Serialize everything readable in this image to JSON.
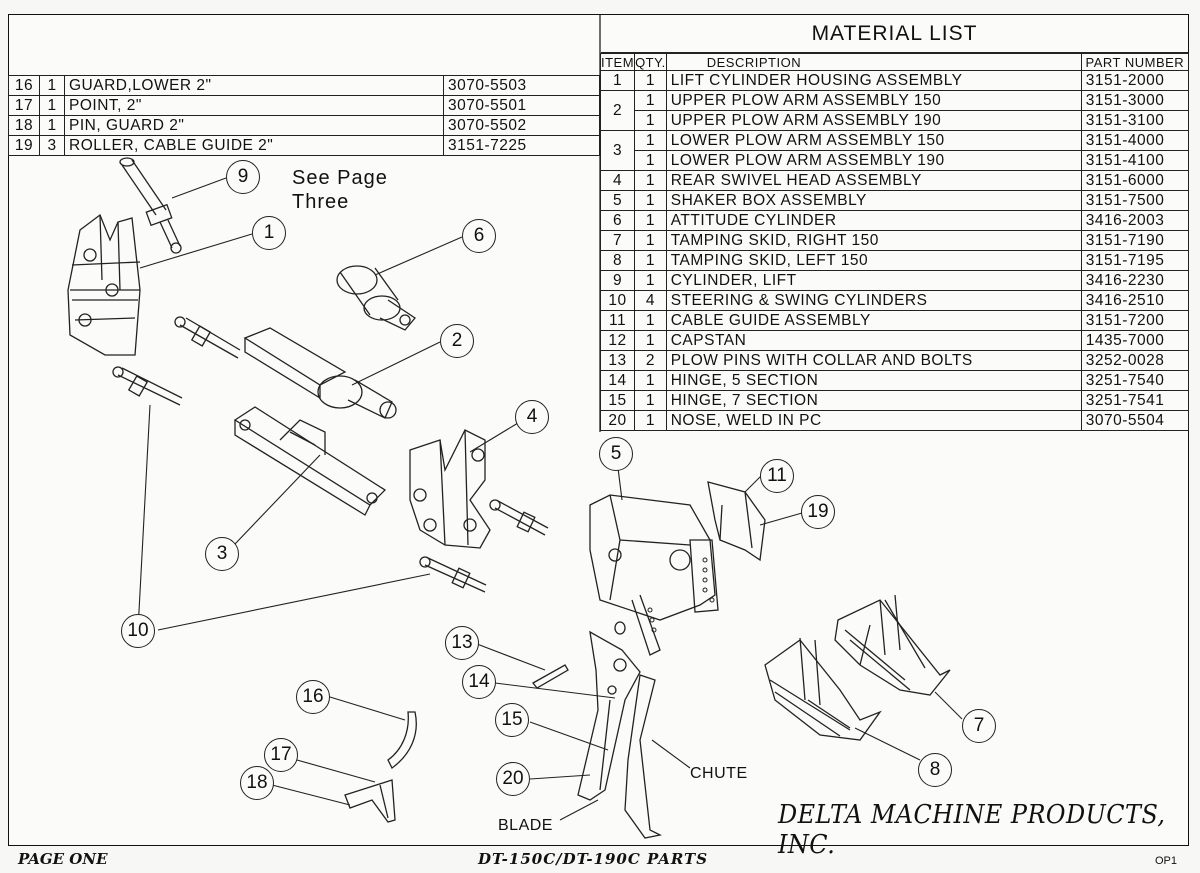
{
  "material_list": {
    "title": "MATERIAL LIST",
    "headers": {
      "item": "ITEM",
      "qty": "QTY.",
      "description": "DESCRIPTION",
      "part": "PART NUMBER"
    },
    "rows": [
      {
        "item": "1",
        "qty": "1",
        "description": "LIFT CYLINDER HOUSING ASSEMBLY",
        "part": "3151-2000"
      },
      {
        "item": "2",
        "qty": "1",
        "description": "UPPER PLOW ARM ASSEMBLY 150",
        "part": "3151-3000"
      },
      {
        "item": "",
        "qty": "1",
        "description": "UPPER PLOW ARM ASSEMBLY 190",
        "part": "3151-3100"
      },
      {
        "item": "3",
        "qty": "1",
        "description": "LOWER PLOW ARM ASSEMBLY 150",
        "part": "3151-4000"
      },
      {
        "item": "",
        "qty": "1",
        "description": "LOWER PLOW ARM ASSEMBLY 190",
        "part": "3151-4100"
      },
      {
        "item": "4",
        "qty": "1",
        "description": "REAR SWIVEL HEAD ASSEMBLY",
        "part": "3151-6000"
      },
      {
        "item": "5",
        "qty": "1",
        "description": "SHAKER BOX ASSEMBLY",
        "part": "3151-7500"
      },
      {
        "item": "6",
        "qty": "1",
        "description": "ATTITUDE CYLINDER",
        "part": "3416-2003"
      },
      {
        "item": "7",
        "qty": "1",
        "description": "TAMPING SKID, RIGHT 150",
        "part": "3151-7190"
      },
      {
        "item": "8",
        "qty": "1",
        "description": "TAMPING SKID, LEFT 150",
        "part": "3151-7195"
      },
      {
        "item": "9",
        "qty": "1",
        "description": "CYLINDER, LIFT",
        "part": "3416-2230"
      },
      {
        "item": "10",
        "qty": "4",
        "description": "STEERING & SWING CYLINDERS",
        "part": "3416-2510"
      },
      {
        "item": "11",
        "qty": "1",
        "description": "CABLE GUIDE ASSEMBLY",
        "part": "3151-7200"
      },
      {
        "item": "12",
        "qty": "1",
        "description": "CAPSTAN",
        "part": "1435-7000"
      },
      {
        "item": "13",
        "qty": "2",
        "description": "PLOW PINS WITH COLLAR AND BOLTS",
        "part": "3252-0028"
      },
      {
        "item": "14",
        "qty": "1",
        "description": "HINGE, 5 SECTION",
        "part": "3251-7540"
      },
      {
        "item": "15",
        "qty": "1",
        "description": "HINGE, 7 SECTION",
        "part": "3251-7541"
      },
      {
        "item": "20",
        "qty": "1",
        "description": "NOSE, WELD IN PC",
        "part": "3070-5504"
      }
    ]
  },
  "left_list": {
    "rows": [
      {
        "item": "16",
        "qty": "1",
        "description": "GUARD,LOWER 2\"",
        "part": "3070-5503"
      },
      {
        "item": "17",
        "qty": "1",
        "description": "POINT, 2\"",
        "part": "3070-5501"
      },
      {
        "item": "18",
        "qty": "1",
        "description": "PIN, GUARD 2\"",
        "part": "3070-5502"
      },
      {
        "item": "19",
        "qty": "3",
        "description": "ROLLER, CABLE GUIDE 2\"",
        "part": "3151-7225"
      }
    ]
  },
  "notes": {
    "see_page_line1": "See Page",
    "see_page_line2": "Three"
  },
  "labels": {
    "chute": "CHUTE",
    "blade": "BLADE"
  },
  "callouts": [
    "1",
    "2",
    "3",
    "4",
    "5",
    "6",
    "7",
    "8",
    "9",
    "10",
    "11",
    "13",
    "14",
    "15",
    "16",
    "17",
    "18",
    "19",
    "20"
  ],
  "title_block": {
    "company": "DELTA MACHINE PRODUCTS, INC.",
    "page": "PAGE ONE",
    "drawing_title": "DT-150C/DT-190C PARTS",
    "sheet_code": "OP1"
  }
}
